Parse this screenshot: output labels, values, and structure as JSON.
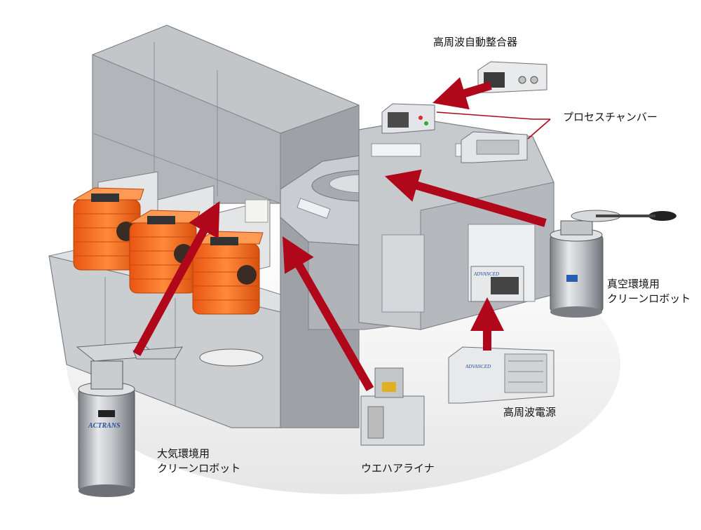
{
  "labels": {
    "rf_matcher": "高周波自動整合器",
    "process_chamber": "プロセスチャンバー",
    "vacuum_robot_line1": "真空環境用",
    "vacuum_robot_line2": "クリーンロボット",
    "rf_power": "高周波電源",
    "aligner": "ウエハアライナ",
    "atm_robot_line1": "大気環境用",
    "atm_robot_line2": "クリーンロボット"
  },
  "device_brands": {
    "atm_robot": "ACTRANS",
    "rf_power_unit": "ADVANCED",
    "rf_power_rack": "ADVANCED"
  },
  "colors": {
    "arrow": "#b0071a",
    "callout_line": "#b0071a",
    "frame_gray": "#b9bcc0",
    "frame_dark": "#8e9296",
    "cassette_orange": "#f06a1c",
    "ellipse_floor": "#f2f2f2"
  }
}
